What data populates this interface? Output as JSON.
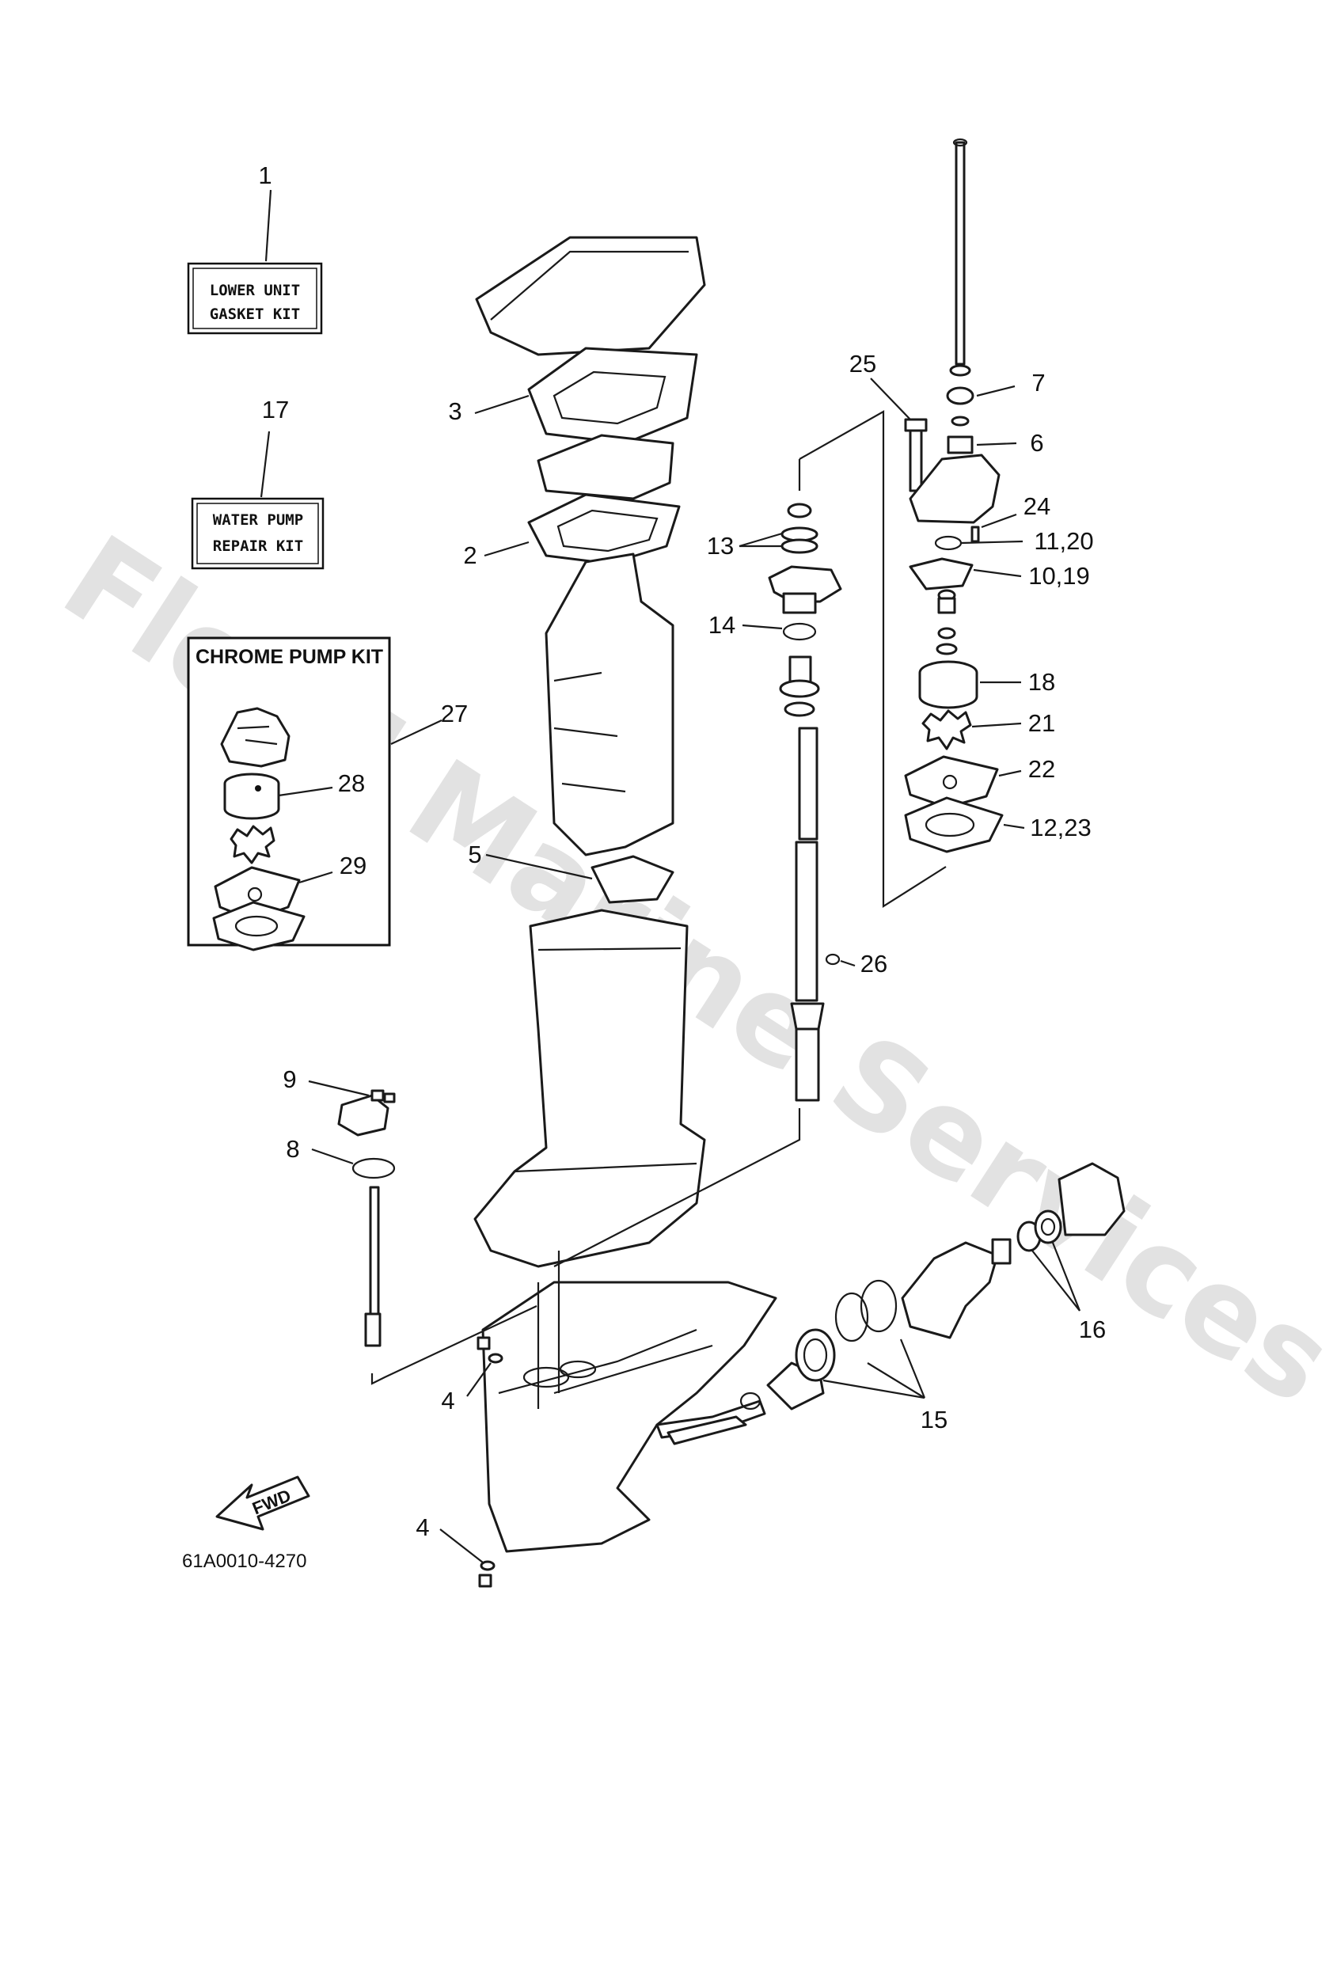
{
  "watermark": "Flood Marine Services",
  "diagram_code": "61A0010-4270",
  "fwd_label": "FWD",
  "kits": {
    "gasket": {
      "number": "1",
      "line1": "LOWER UNIT",
      "line2": "GASKET KIT"
    },
    "water_pump": {
      "number": "17",
      "line1": "WATER PUMP",
      "line2": "REPAIR KIT"
    },
    "chrome": {
      "title": "CHROME PUMP KIT",
      "number": "27"
    }
  },
  "callouts": {
    "c2": "2",
    "c3": "3",
    "c4a": "4",
    "c4b": "4",
    "c5": "5",
    "c6": "6",
    "c7": "7",
    "c8": "8",
    "c9": "9",
    "c10_19": "10,19",
    "c11_20": "11,20",
    "c12_23": "12,23",
    "c13": "13",
    "c14": "14",
    "c15": "15",
    "c16": "16",
    "c18": "18",
    "c21": "21",
    "c22": "22",
    "c24": "24",
    "c25": "25",
    "c26": "26",
    "c28": "28",
    "c29": "29"
  },
  "icons": [
    "fwd-arrow-icon"
  ]
}
